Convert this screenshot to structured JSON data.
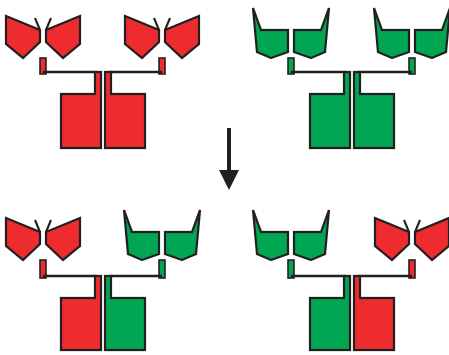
{
  "colors": {
    "red": "#ee2b2f",
    "green": "#00a651",
    "outline": "#231f20",
    "background": "#ffffff"
  },
  "diagram": {
    "description_type": "domain-swap schematic",
    "top_row": [
      {
        "name": "parent-red",
        "left_arm": "red",
        "right_arm": "red",
        "stem_left": "red",
        "stem_right": "red"
      },
      {
        "name": "parent-green",
        "left_arm": "green",
        "right_arm": "green",
        "stem_left": "green",
        "stem_right": "green"
      }
    ],
    "bottom_row": [
      {
        "name": "hybrid-red-green",
        "left_arm": "red",
        "right_arm": "green",
        "stem_left": "red",
        "stem_right": "green"
      },
      {
        "name": "hybrid-green-red",
        "left_arm": "green",
        "right_arm": "red",
        "stem_left": "green",
        "stem_right": "red"
      }
    ],
    "arrow": {
      "direction": "down"
    }
  }
}
